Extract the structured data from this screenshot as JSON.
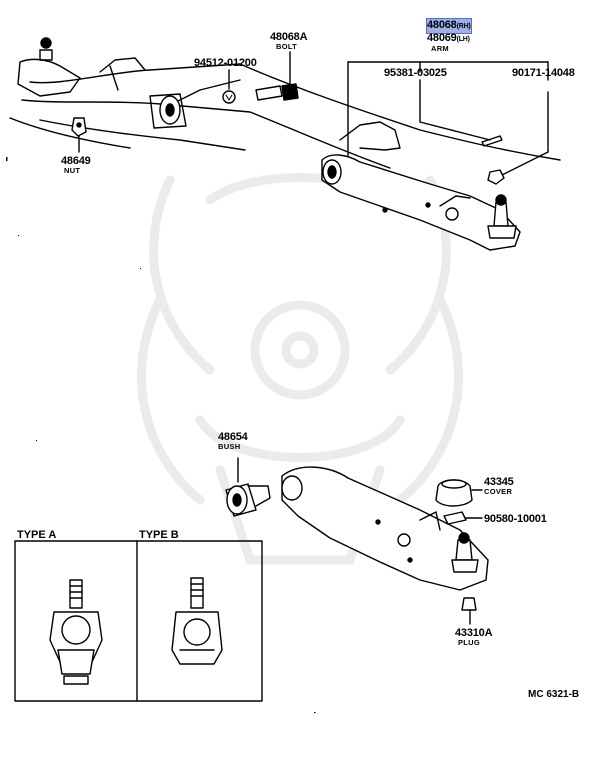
{
  "diagram_code": "MC 6321-B",
  "parts": [
    {
      "number": "48068",
      "suffix": "(RH)",
      "highlighted": true
    },
    {
      "number": "48069",
      "suffix": "(LH)",
      "name": "ARM"
    },
    {
      "number": "48068A",
      "name": "BOLT"
    },
    {
      "number": "94512-01200"
    },
    {
      "number": "95381-03025"
    },
    {
      "number": "90171-14048"
    },
    {
      "number": "48649",
      "name": "NUT"
    },
    {
      "number": "48654",
      "name": "BUSH"
    },
    {
      "number": "43345",
      "name": "COVER"
    },
    {
      "number": "90580-10001"
    },
    {
      "number": "43310A",
      "name": "PLUG"
    }
  ],
  "types": [
    {
      "label": "TYPE A"
    },
    {
      "label": "TYPE B"
    }
  ],
  "colors": {
    "highlight": "#9fb0e6",
    "line": "#000000",
    "watermark": "#ececec"
  }
}
